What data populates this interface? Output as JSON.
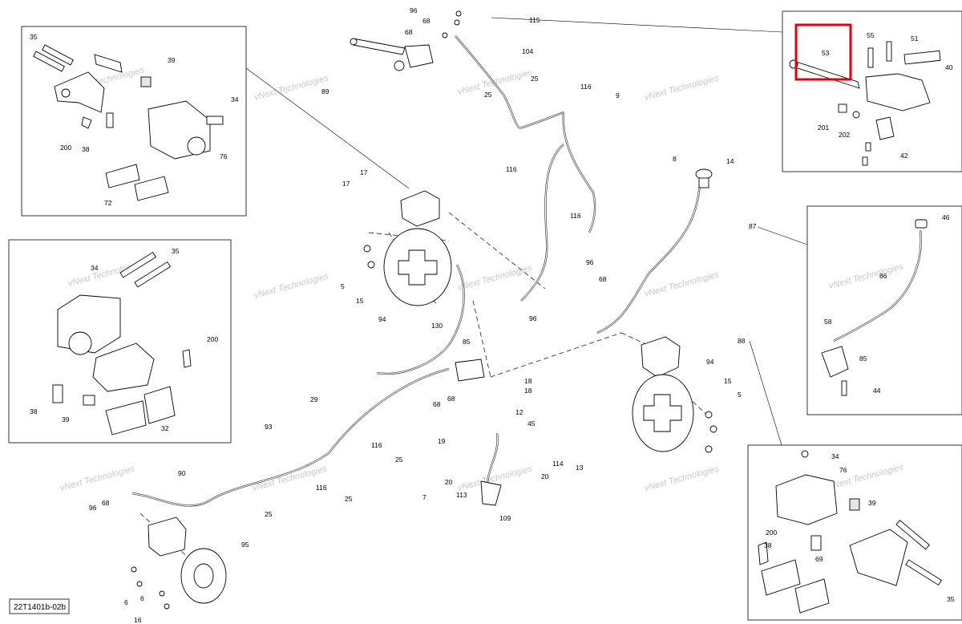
{
  "diagram_code": "22T1401b-02b",
  "watermark_text": "vNext Technologies",
  "highlight_color": "#e0000f",
  "highlighted_part": "53",
  "callouts": {
    "c1": "96",
    "c2": "68",
    "c3": "68",
    "c4": "115",
    "c5": "104",
    "c6": "25",
    "c7": "25",
    "c8": "116",
    "c9": "9",
    "c10": "116",
    "c11": "116",
    "c12": "89",
    "c13": "35",
    "c14": "39",
    "c15": "34",
    "c16": "200",
    "c17": "38",
    "c18": "76",
    "c19": "72",
    "c20": "17",
    "c21": "17",
    "c22": "5",
    "c23": "15",
    "c24": "94",
    "c25": "8",
    "c26": "14",
    "c27": "87",
    "c28": "96",
    "c29": "68",
    "c30": "96",
    "c31": "130",
    "c32": "85",
    "c33": "18",
    "c34": "18",
    "c35": "68",
    "c36": "68",
    "c37": "12",
    "c38": "45",
    "c39": "19",
    "c40": "114",
    "c41": "13",
    "c42": "20",
    "c43": "20",
    "c44": "7",
    "c45": "113",
    "c46": "109",
    "c47": "29",
    "c48": "93",
    "c49": "116",
    "c50": "25",
    "c51": "116",
    "c52": "25",
    "c53": "25",
    "c54": "90",
    "c55": "96",
    "c56": "68",
    "c57": "95",
    "c58": "6",
    "c59": "6",
    "c60": "16",
    "c61": "88",
    "c62": "94",
    "c63": "15",
    "c64": "5",
    "c65": "35",
    "c66": "34",
    "c67": "200",
    "c68": "38",
    "c69": "39",
    "c70": "32",
    "c71": "53",
    "c72": "55",
    "c73": "51",
    "c74": "40",
    "c75": "201",
    "c76": "202",
    "c77": "42",
    "c78": "46",
    "c79": "86",
    "c80": "58",
    "c81": "85",
    "c82": "44",
    "c83": "34",
    "c84": "76",
    "c85": "39",
    "c86": "200",
    "c87": "38",
    "c88": "69",
    "c89": "35"
  }
}
